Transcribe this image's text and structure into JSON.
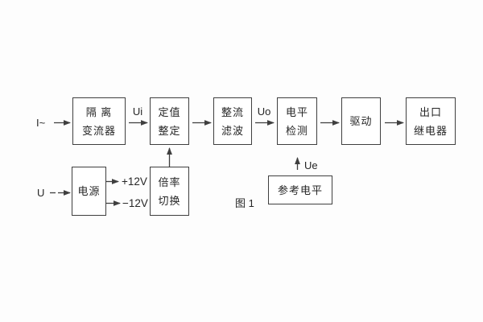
{
  "theme": {
    "bg": "#fdfdfd",
    "box-bg": "#ffffff",
    "line": "#3f3f3f",
    "text": "#262626"
  },
  "figure": {
    "caption": "图 1"
  },
  "blocks": {
    "isolation": {
      "line1": "隔 离",
      "line2": "变流器"
    },
    "setting": {
      "line1": "定值",
      "line2": "整定"
    },
    "rectifier": {
      "line1": "整流",
      "line2": "滤波"
    },
    "level": {
      "line1": "电平",
      "line2": "检测"
    },
    "driver": {
      "line1": "驱动"
    },
    "relay": {
      "line1": "出口",
      "line2": "继电器"
    },
    "power": {
      "line1": "电源"
    },
    "ratio": {
      "line1": "倍率",
      "line2": "切换"
    },
    "reference": {
      "line1": "参考电平"
    }
  },
  "labels": {
    "input_current": "I~",
    "input_voltage": "U",
    "ui": "Ui",
    "uo": "Uo",
    "ue": "Ue",
    "plus_12v": "+12V",
    "minus_12v": "−12V"
  }
}
